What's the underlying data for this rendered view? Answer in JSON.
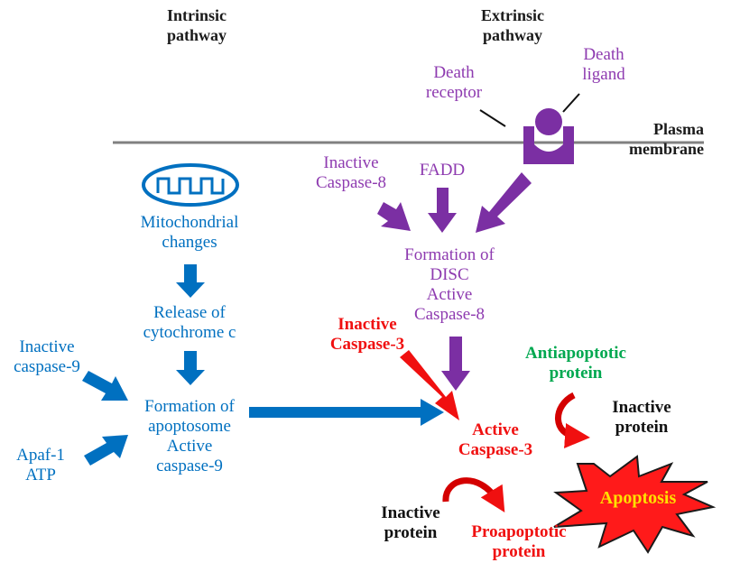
{
  "colors": {
    "intrinsic": "#0070c0",
    "extrinsic": "#8e3bb0",
    "caspase3": "#f01010",
    "antiapoptotic": "#00a850",
    "apoptosis_text": "#ffe000",
    "membrane": "#808080"
  },
  "headers": {
    "intrinsic": "Intrinsic\npathway",
    "extrinsic": "Extrinsic\npathway"
  },
  "membrane": {
    "label": "Plasma\nmembrane"
  },
  "extrinsic": {
    "death_receptor": "Death\nreceptor",
    "death_ligand": "Death\nligand",
    "inactive_caspase8": "Inactive\nCaspase-8",
    "fadd": "FADD",
    "disc": "Formation of\nDISC\nActive\nCaspase-8"
  },
  "intrinsic": {
    "mitochondrial": "Mitochondrial\nchanges",
    "cytochrome": "Release of\ncytochrome c",
    "inactive_caspase9": "Inactive\ncaspase-9",
    "apaf": "Apaf-1\nATP",
    "apoptosome": "Formation of\napoptosome\nActive\ncaspase-9"
  },
  "execution": {
    "inactive_caspase3": "Inactive\nCaspase-3",
    "active_caspase3": "Active\nCaspase-3",
    "antiapoptotic": "Antiapoptotic\nprotein",
    "inactive_protein_right": "Inactive\nprotein",
    "inactive_protein_bottom": "Inactive\nprotein",
    "proapoptotic": "Proapoptotic\nprotein",
    "apoptosis": "Apoptosis"
  }
}
